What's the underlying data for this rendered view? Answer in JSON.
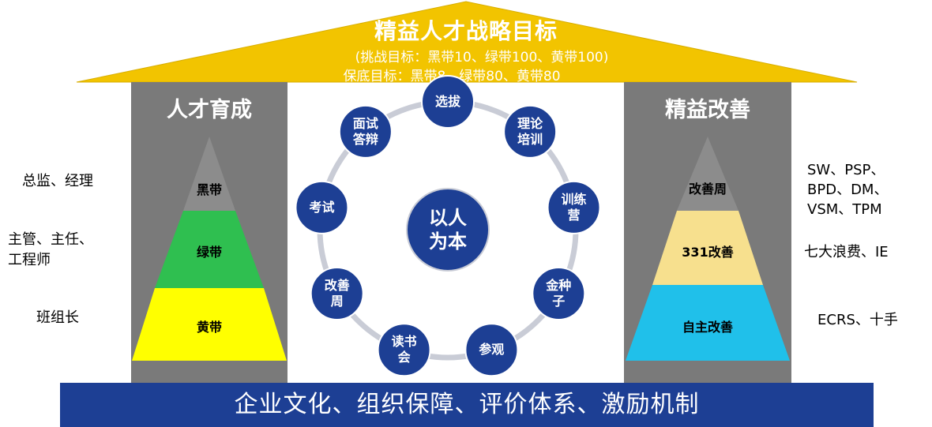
{
  "roof": {
    "title": "精益人才战略目标",
    "challenge": "(挑战目标：黑带10、绿带100、黄带100)",
    "baseline": "保底目标：黑带8、绿带80、黄带80",
    "color": "#f2c400"
  },
  "left_pillar": {
    "title": "人才育成",
    "pyramid": [
      "黑带",
      "绿带",
      "黄带"
    ],
    "pyramid_colors": [
      "#8c8c8c",
      "#2fbf50",
      "#ffff00"
    ],
    "side_labels": [
      "总监、经理",
      "主管、主任、\n工程师",
      "班组长"
    ]
  },
  "right_pillar": {
    "title": "精益改善",
    "pyramid": [
      "改善周",
      "331改善",
      "自主改善"
    ],
    "pyramid_colors": [
      "#8c8c8c",
      "#f7e08e",
      "#20c0ea"
    ],
    "side_labels": [
      "SW、PSP、\nBPD、DM、\nVSM、TPM",
      "七大浪费、IE",
      "ECRS、十手"
    ]
  },
  "center": {
    "hub": "以人\n为本",
    "nodes": [
      "选拔",
      "理论\n培训",
      "训练\n营",
      "金种\n子",
      "参观",
      "读书\n会",
      "改善\n周",
      "考试",
      "面试\n答辩"
    ],
    "node_color": "#1d3f94",
    "ring_color": "#c9ccd6"
  },
  "base": {
    "text": "企业文化、组织保障、评价体系、激励机制"
  }
}
